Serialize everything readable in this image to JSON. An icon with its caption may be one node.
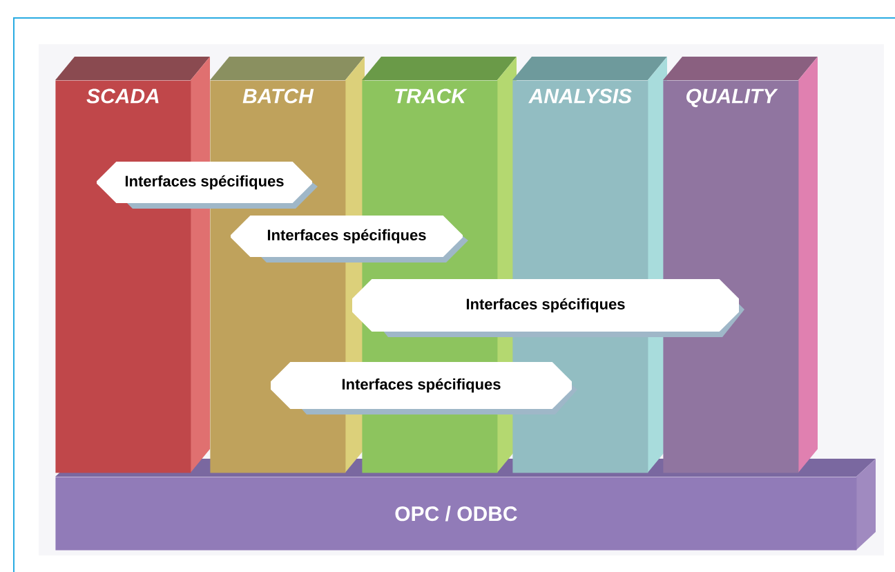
{
  "diagram": {
    "nodes": [
      {
        "text": [
          "SCADA"
        ]
      },
      {
        "text": [
          "BATCH"
        ]
      },
      {
        "text": [
          "TRACK"
        ]
      },
      {
        "text": [
          "ANALYSIS"
        ]
      },
      {
        "text": [
          "QUALITY"
        ]
      },
      {
        "text": [
          "Interfaces spécifiques"
        ]
      },
      {
        "text": [
          "Interfaces spécifiques"
        ]
      },
      {
        "text": [
          "Interfaces spécifiques"
        ]
      },
      {
        "text": [
          "Interfaces spécifiques"
        ]
      },
      {
        "text": [
          "OPC / ODBC"
        ]
      }
    ]
  }
}
